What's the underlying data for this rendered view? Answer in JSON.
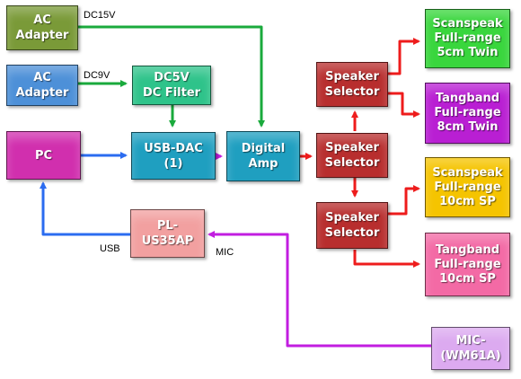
{
  "blocks": {
    "ac15": "AC\nAdapter",
    "ac9": "AC\nAdapter",
    "dc5v": "DC5V\nDC Filter",
    "pc": "PC",
    "usbdac": "USB-DAC\n(1)",
    "amp": "Digital\nAmp",
    "sel_top": "Speaker\nSelector",
    "sel_mid": "Speaker\nSelector",
    "sel_bot": "Speaker\nSelector",
    "pl": "PL-\nUS35AP",
    "spk1": "Scanspeak\nFull-range\n5cm Twin",
    "spk2": "Tangband\nFull-range\n8cm Twin",
    "spk3": "Scanspeak\nFull-range\n10cm SP",
    "spk4": "Tangband\nFull-range\n10cm SP",
    "mic": "MIC-\n(WM61A)"
  },
  "labels": {
    "dc15v": "DC15V",
    "dc9v": "DC9V",
    "usb": "USB",
    "mic": "MIC"
  },
  "colors": {
    "green": "#1aaa3c",
    "blue": "#2b6cf0",
    "violet": "#c21ee0",
    "red": "#ee1c1c",
    "olive": "#7a9a38",
    "sky": "#4d90d8",
    "mint": "#2ec38a",
    "magenta": "#d12fae",
    "teal": "#1f9fc0",
    "brick": "#b82e2e",
    "salmon": "#f2a0a0",
    "lime": "#39d63d",
    "purple": "#b91fd3",
    "gold": "#f5c400",
    "pink": "#f36aa5",
    "lavender": "#dcaaf0"
  }
}
